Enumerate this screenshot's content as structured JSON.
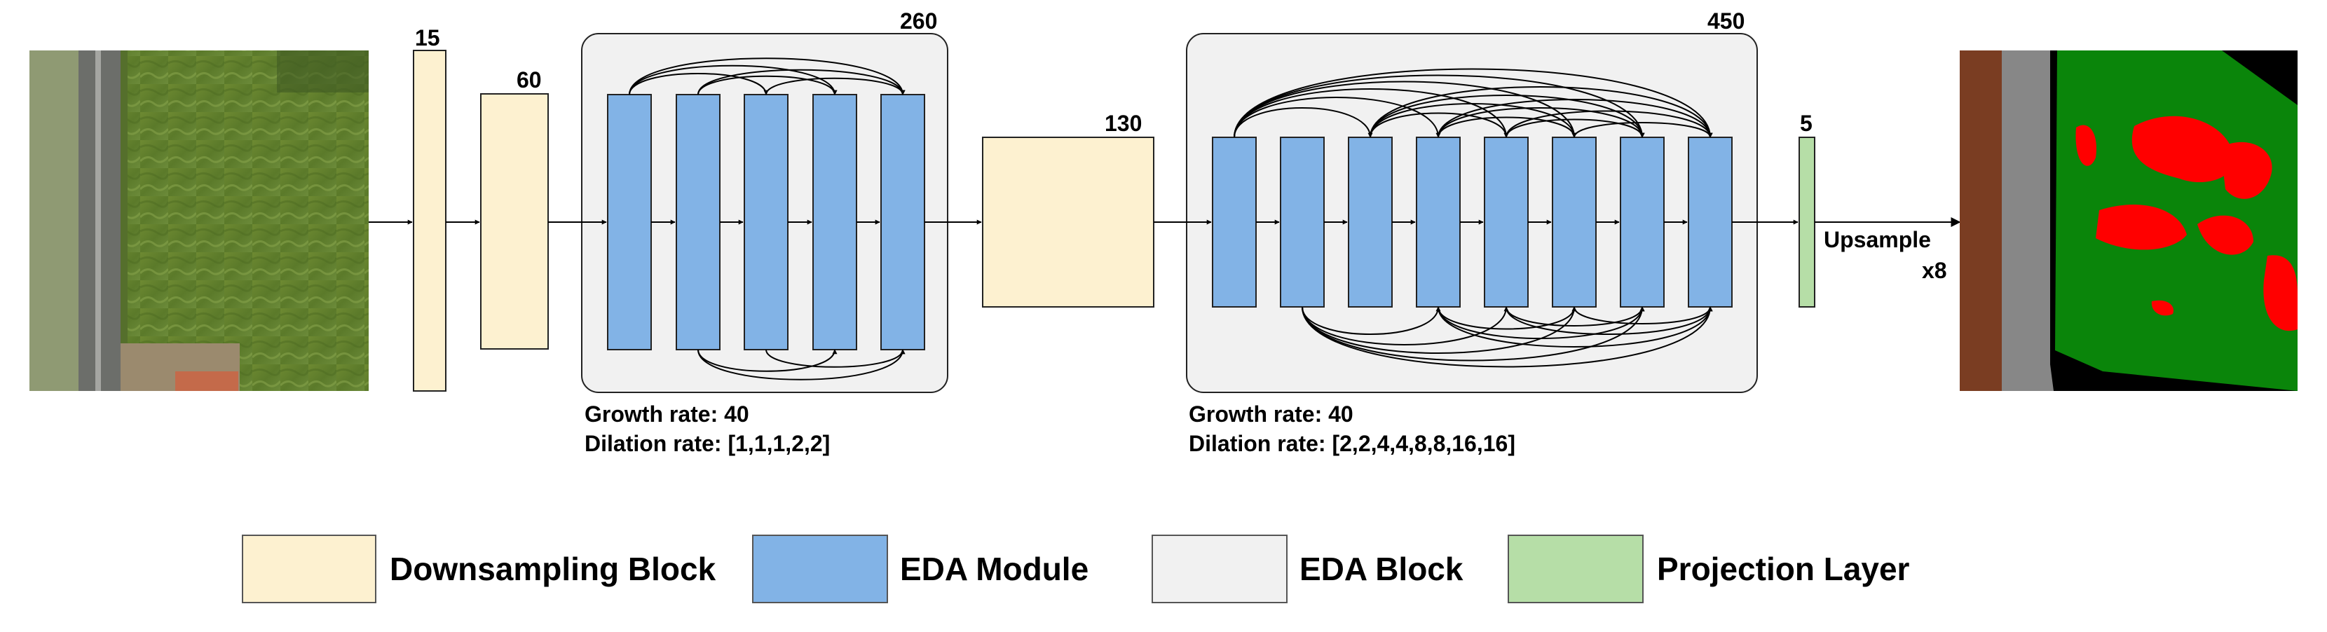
{
  "colors": {
    "downsampling": "#fdf1d0",
    "eda_module": "#82b3e6",
    "eda_block": "#f1f1f1",
    "projection": "#b6dea7",
    "seg_brown": "#7a3d22",
    "seg_gray": "#878787",
    "seg_green": "#0a850a",
    "seg_red": "#ff0000",
    "seg_black": "#000000"
  },
  "blocks": {
    "down1_channels": "15",
    "down2_channels": "60",
    "eda_block1_channels": "260",
    "down3_channels": "130",
    "eda_block2_channels": "450",
    "projection_channels": "5"
  },
  "eda_block1": {
    "growth_rate": "Growth rate: 40",
    "dilation_rate": "Dilation rate: [1,1,1,2,2]"
  },
  "eda_block2": {
    "growth_rate": "Growth rate: 40",
    "dilation_rate": "Dilation rate: [2,2,4,4,8,8,16,16]"
  },
  "upsample": {
    "line1": "Upsample",
    "line2": "x8"
  },
  "legend": {
    "downsampling": "Downsampling Block",
    "eda_module": "EDA Module",
    "eda_block": "EDA Block",
    "projection": "Projection Layer"
  }
}
